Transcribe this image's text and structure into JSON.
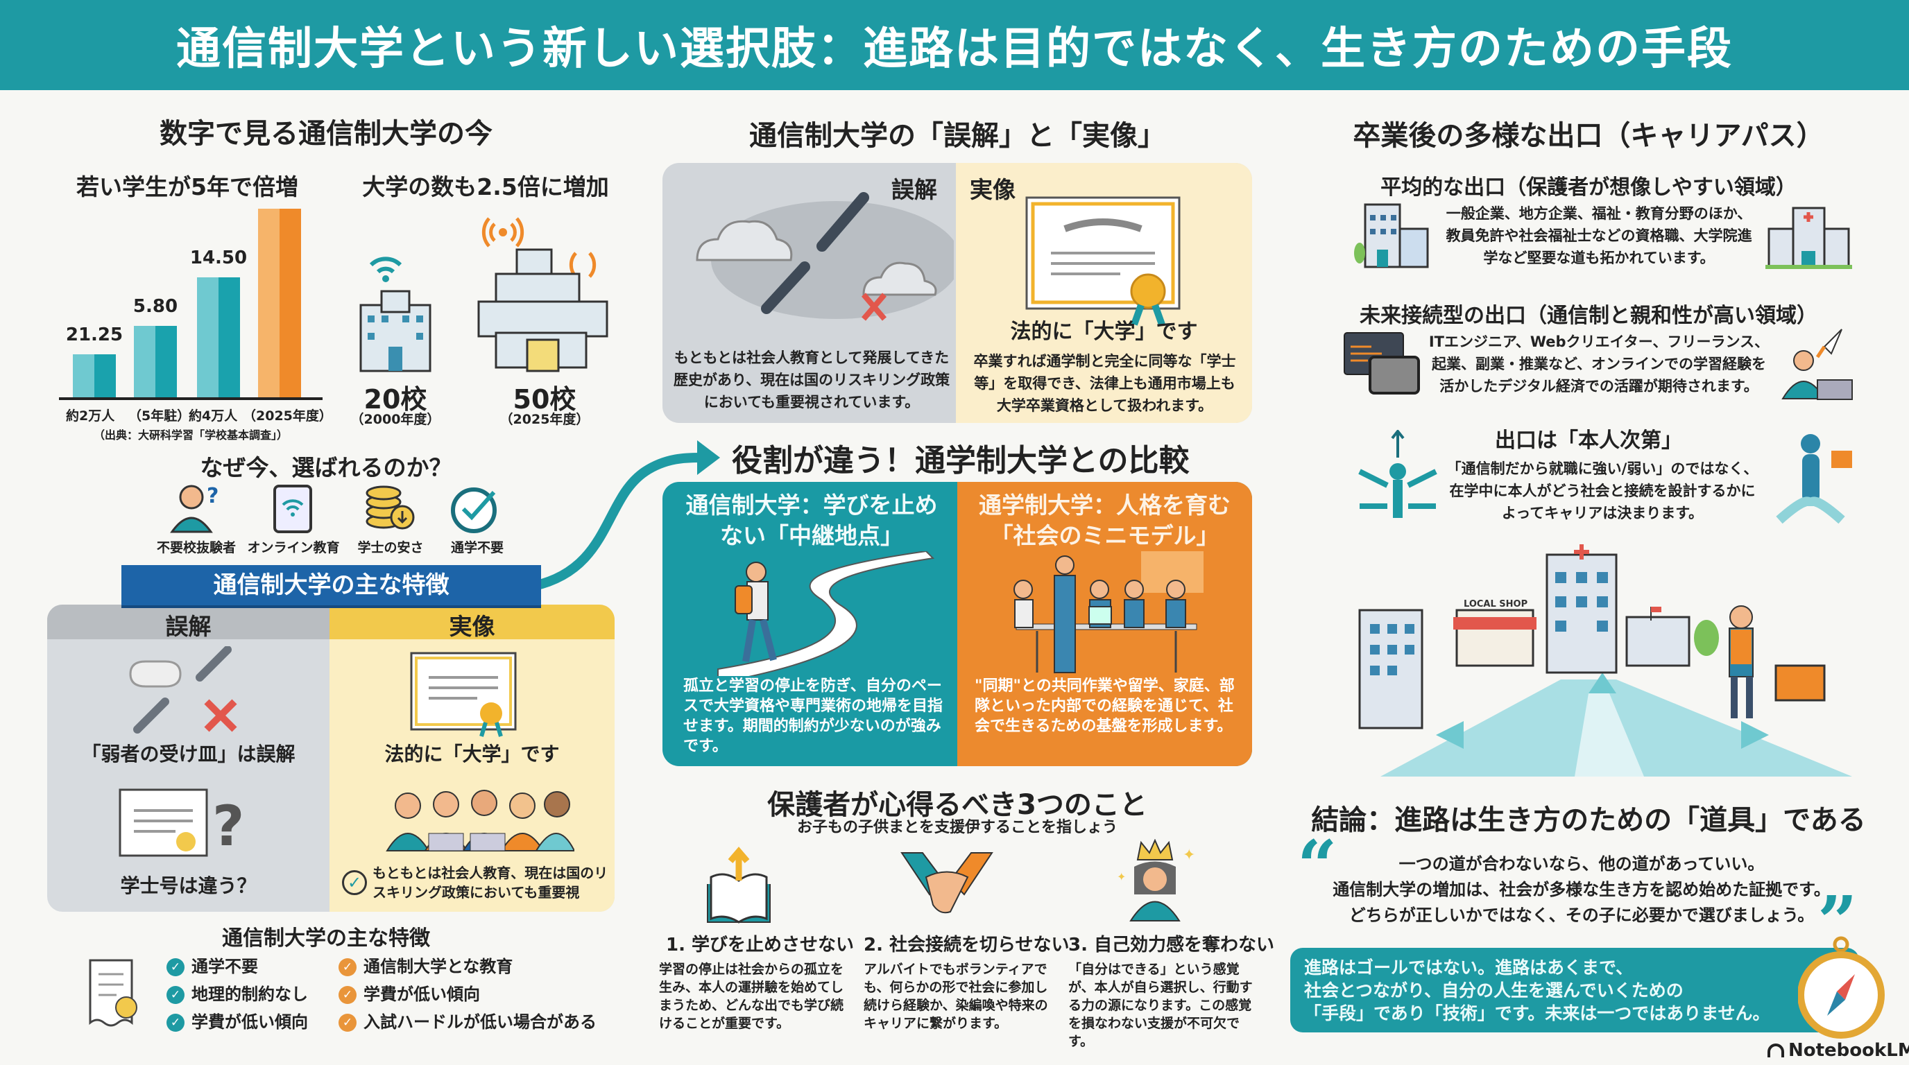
{
  "header": {
    "title": "通信制大学という新しい選択肢：進路は目的ではなく、生き方のための手段"
  },
  "stats": {
    "title": "数字で見る通信制大学の今",
    "students": {
      "title": "若い学生が5年で倍増",
      "bars": [
        {
          "value": "21.25",
          "label": "約2万人"
        },
        {
          "value": "5.80",
          "label": "（5年駐）"
        },
        {
          "value": "14.50",
          "label": "約4万人"
        },
        {
          "value": "",
          "label": "（2025年度）"
        }
      ],
      "source": "（出典：大硏科学習「学校基本調査」）"
    },
    "schools": {
      "title": "大学の数も2.5倍に増加",
      "before": {
        "count": "20校",
        "year": "（2000年度）"
      },
      "after": {
        "count": "50校",
        "year": "（2025年度）"
      }
    }
  },
  "why": {
    "title": "なぜ今、選ばれるのか？",
    "items": [
      "不要校抜験者",
      "オンライン教育",
      "学士の安さ",
      "通学不要"
    ]
  },
  "features_card": {
    "ribbon": "通信制大学の主な特徴",
    "myth_label": "誤解",
    "truth_label": "実像",
    "myth1": "「弱者の受け皿」は誤解",
    "myth2": "学士号は違う？",
    "truth1": "法的に「大学」です",
    "truth2": "もともとは社会人教育、現在は国のリスキリング政策においても重要視"
  },
  "features_list": {
    "title": "通信制大学の主な特徴",
    "left": [
      "通学不要",
      "地理的制約なし",
      "学費が低い傾向"
    ],
    "right": [
      "通信制大学とな教育",
      "学費が低い傾向",
      "入試ハードルが低い場合がある"
    ]
  },
  "myth_truth": {
    "title": "通信制大学の「誤解」と「実像」",
    "myth_label": "誤解",
    "truth_label": "実像",
    "myth_text": "もともとは社会人教育として発展してきた歴史があり、現在は国のリスキリング政策においても重要視されています。",
    "truth_heading": "法的に「大学」です",
    "truth_text": "卒業すれば通学制と完全に同等な「学士等」を取得でき、法律上も通用市場上も大学卒業資格として扱われます。"
  },
  "compare": {
    "title": "役割が違う！通学制大学との比較",
    "online": {
      "heading": "通信制大学：学びを止めない「中継地点」",
      "text": "孤立と学習の停止を防ぎ、自分のペースで大学資格や専門業術の地帰を目指せます。期間的制約が少ないのが強みです。"
    },
    "campus": {
      "heading": "通学制大学：人格を育む「社会のミニモデル」",
      "text": "\"同期\"との共同作業や留学、家庭、部隊といった内部での経験を通じて、社会で生きるための基盤を形成します。"
    }
  },
  "parents": {
    "title": "保護者が心得るべき3つのこと",
    "subtitle": "お子もの子供まとを支援伊することを指しょう",
    "items": [
      {
        "heading": "1. 学びを止めさせない",
        "text": "学習の停止は社会からの孤立を生み、本人の運拼驗を始めてしまうため、どんな出でも学び続けることが重要です。"
      },
      {
        "heading": "2. 社会接続を切らせない",
        "text": "アルバイトでもボランティアでも、何らかの形で社会に参加し続けら経験か、染編喚や特来のキャリアに繋がります。"
      },
      {
        "heading": "3. 自己効力感を奪わない",
        "text": "「自分はできる」という感覚が、本人が自ら選択し、行動する力の源になります。この感覚を損なわない支援が不可欠です。"
      }
    ]
  },
  "career": {
    "title": "卒業後の多様な出口（キャリアパス）",
    "sections": [
      {
        "heading": "平均的な出口（保護者が想像しやすい領域）",
        "text": "一般企業、地方企業、福祉・教育分野のほか、教員免許や社会福祉士などの資格職、大学院進学など堅要な道も拓かれています。"
      },
      {
        "heading": "未来接続型の出口（通信制と親和性が高い領域）",
        "text": "ITエンジニア、Webクリエイター、フリーランス、起業、副業・推業など、オンラインでの学習経験を活かしたデジタル経済での活躍が期待されます。"
      },
      {
        "heading": "出口は「本人次第」",
        "text": "「通信制だから就職に強い/弱い」のではなく、在学中に本人がどう社会と接続を設計するかによってキャリアは決まります。"
      }
    ],
    "shop_sign": "LOCAL SHOP"
  },
  "conclusion": {
    "title": "結論：進路は生き方のための「道具」である",
    "quote": [
      "一つの道が合わないなら、他の道があっていい。",
      "通信制大学の増加は、社会が多様な生き方を認め始めた証拠です。",
      "どちらが正しいかではなく、その子に必要かで選びましょう。"
    ],
    "box": [
      "進路はゴールではない。進路はあくまで、",
      "社会とつながり、自分の人生を選んでいくための",
      "「手段」であり「技術」です。未来は一つではありません。"
    ]
  },
  "brand": {
    "name": "NotebookLM"
  },
  "colors": {
    "teal": "#1e9aa3",
    "orange": "#ec8a2e",
    "blue": "#1d64a8",
    "yellow": "#f2c94c"
  }
}
